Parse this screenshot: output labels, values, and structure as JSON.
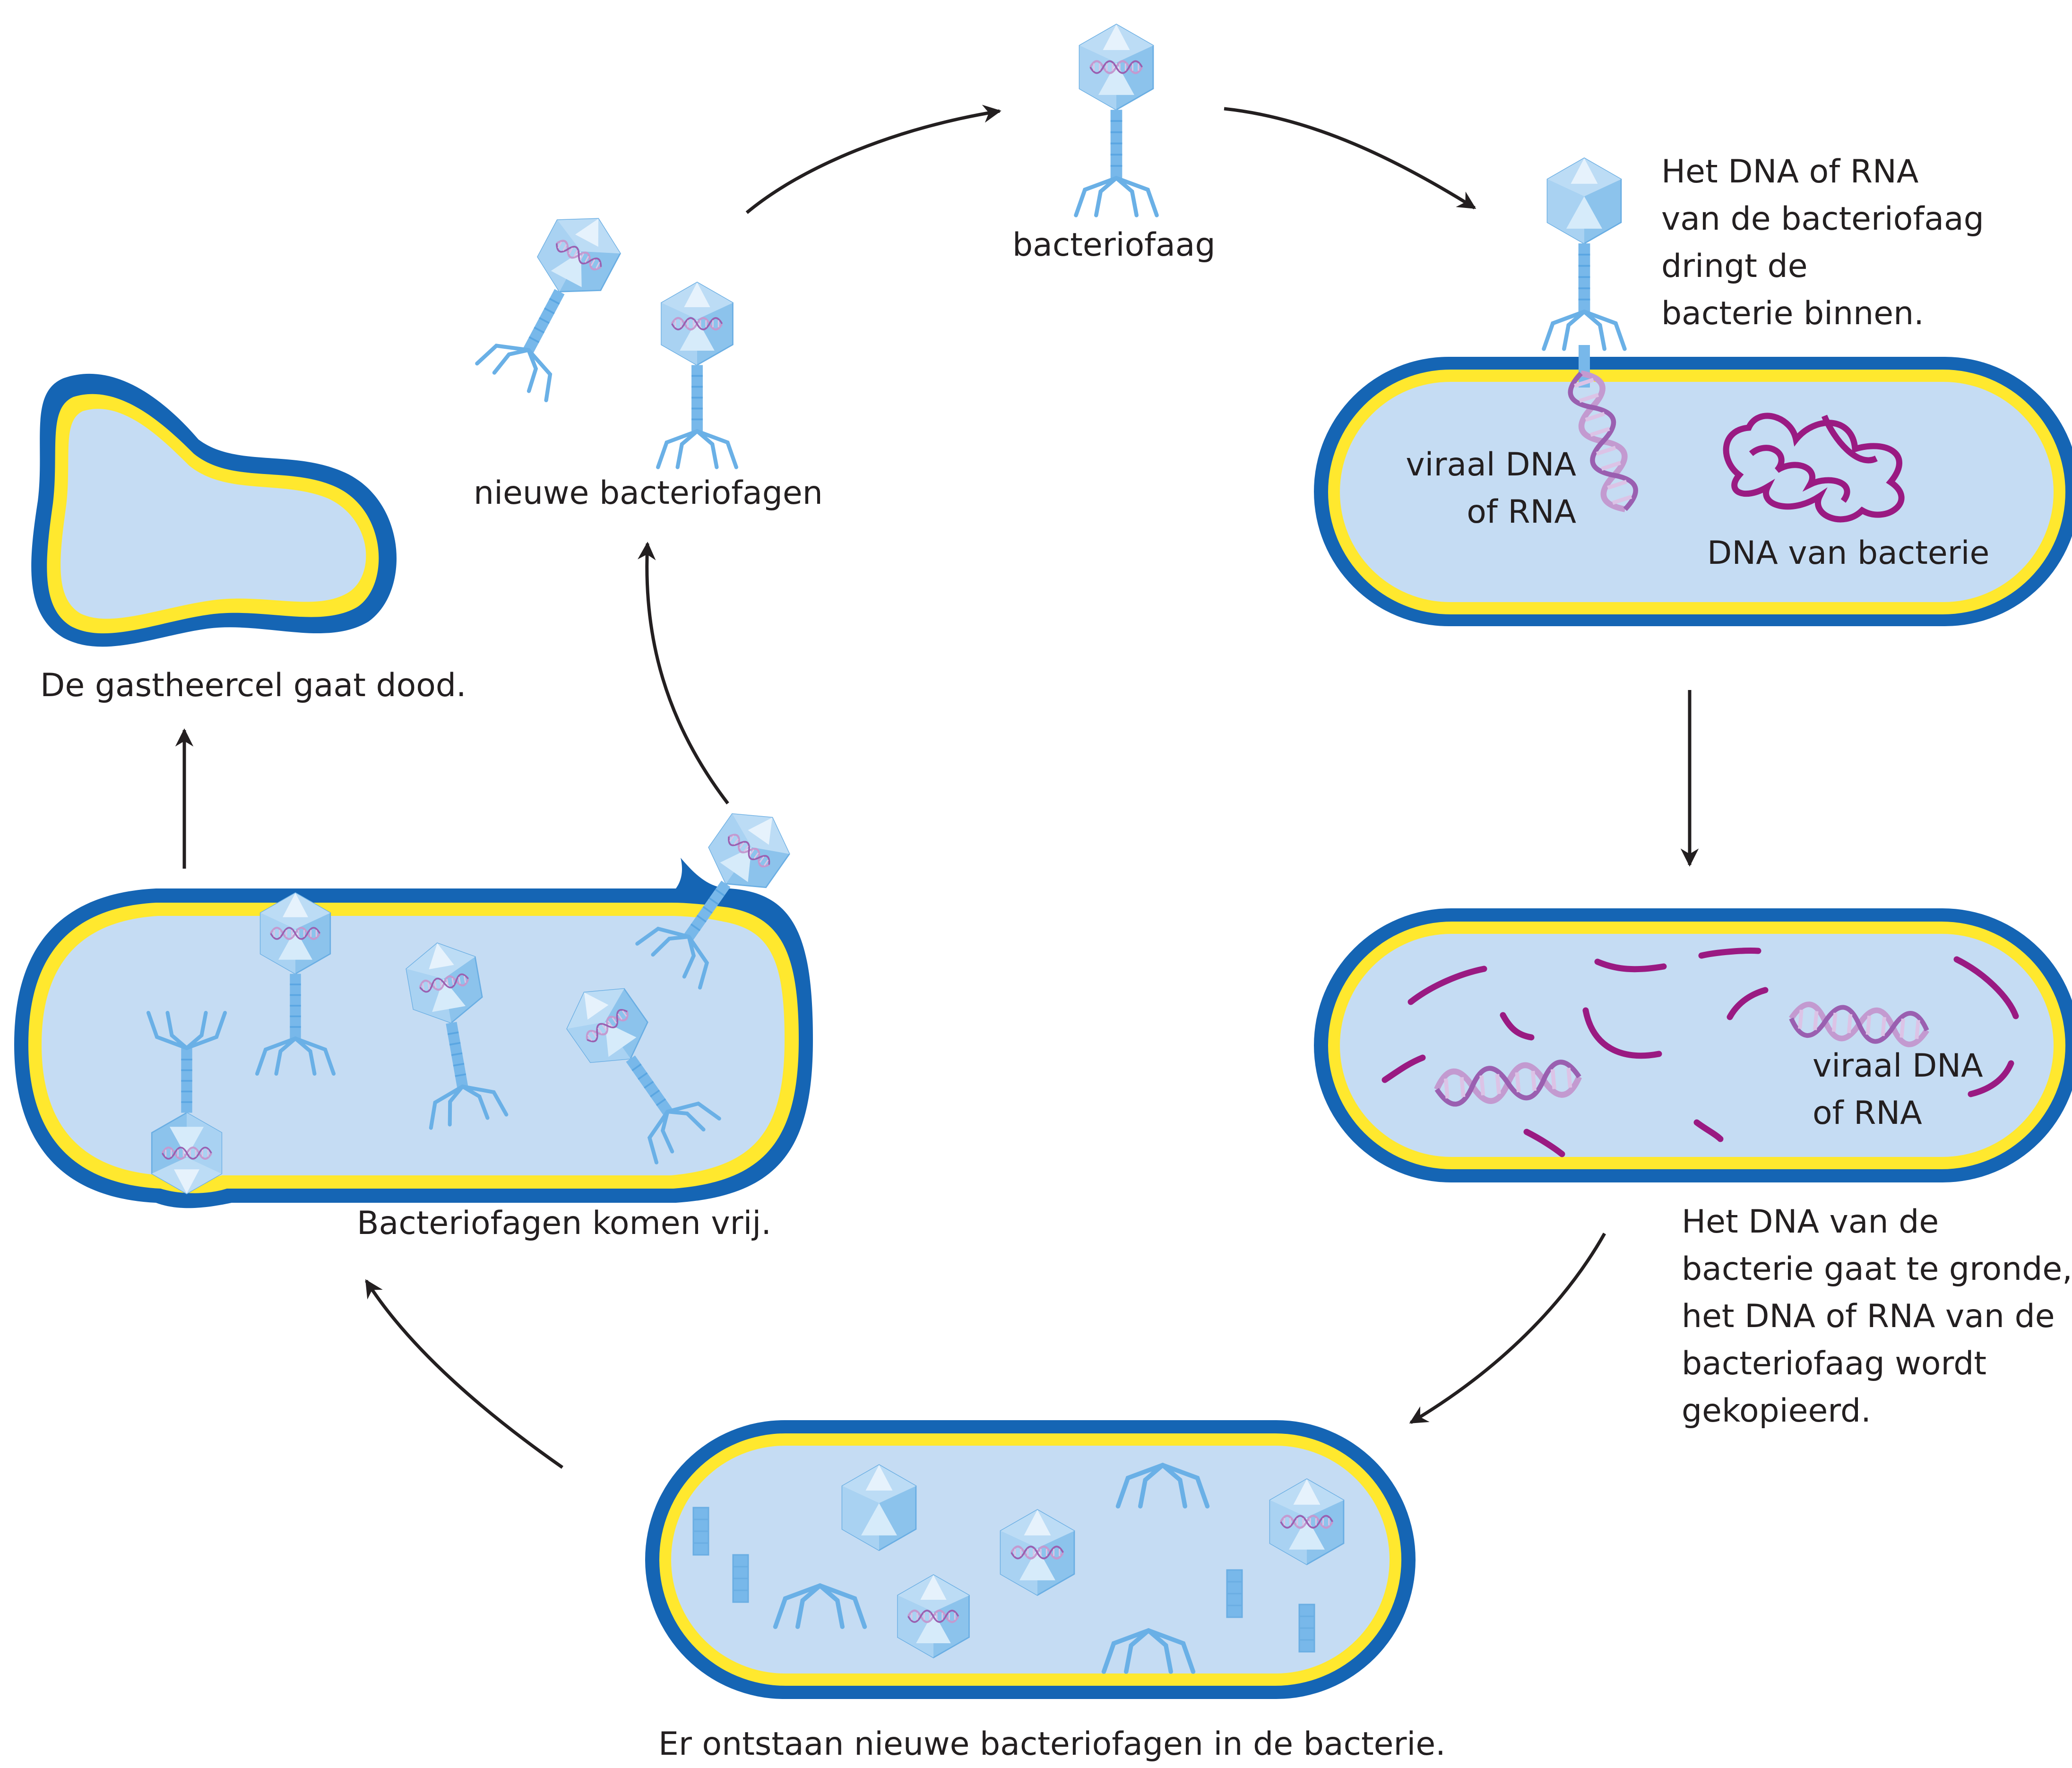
{
  "labels": {
    "phage": "bacteriofaag",
    "inject": [
      "Het DNA of RNA",
      "van de bacteriofaag",
      "dringt de",
      "bacterie binnen."
    ],
    "viral_top": [
      "viraal DNA",
      "of RNA"
    ],
    "bacterial_dna": "DNA van bacterie",
    "viral_mid": [
      "viraal DNA",
      "of RNA"
    ],
    "degrade": [
      "Het DNA van de",
      "bacterie gaat te gronde,",
      "het DNA of RNA van de",
      "bacteriofaag wordt",
      "gekopieerd."
    ],
    "assemble": "Er ontstaan nieuwe bacteriofagen in de bacterie.",
    "release": "Bacteriofagen komen vrij.",
    "new_phages": "nieuwe bacteriofagen",
    "dead": "De gastheercel gaat dood."
  },
  "colors": {
    "membrane_outer": "#1565b4",
    "membrane_inner": "#ffe82e",
    "cytoplasm": "#c5dcf3",
    "phage": "#8cc3ec",
    "phage_light": "#d6ebfa",
    "phage_mid": "#a9d2f2",
    "viral_dna": "#c39ad0",
    "bacterial_dna": "#9a1a82",
    "arrow": "#231f20"
  },
  "icons": {
    "phage": "bacteriophage-icon",
    "viral_dna": "dna-helix-icon",
    "bacterial_dna": "coiled-dna-icon",
    "arrow": "cycle-arrow"
  }
}
